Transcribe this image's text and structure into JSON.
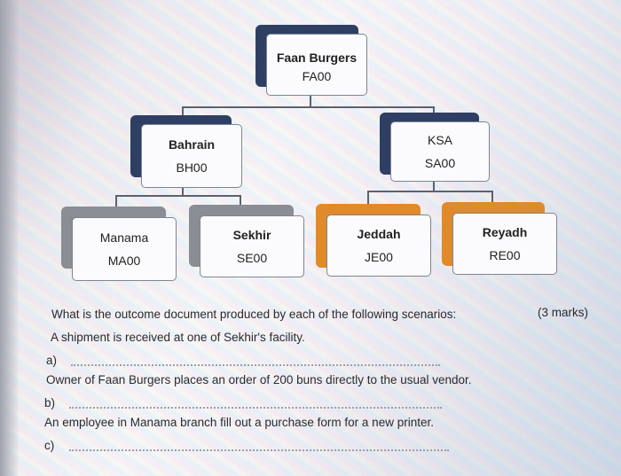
{
  "org_chart": {
    "root": {
      "name": "Faan Burgers",
      "code": "FA00"
    },
    "countries": [
      {
        "name": "Bahrain",
        "code": "BH00"
      },
      {
        "name": "KSA",
        "code": "SA00"
      }
    ],
    "branches": [
      {
        "name": "Manama",
        "code": "MA00"
      },
      {
        "name": "Sekhir",
        "code": "SE00"
      },
      {
        "name": "Jeddah",
        "code": "JE00"
      },
      {
        "name": "Reyadh",
        "code": "RE00"
      }
    ]
  },
  "question": {
    "prompt": "What is the outcome document produced by each of the following scenarios:",
    "marks": "(3 marks)",
    "scenarios": [
      {
        "text": "A shipment is received at one of Sekhir's facility.",
        "label": "a)"
      },
      {
        "text": "Owner of Faan Burgers places an order of 200 buns directly to the usual vendor.",
        "label": "b)"
      },
      {
        "text": "An employee in Manama branch fill out a purchase form for a new printer.",
        "label": "c)"
      }
    ]
  }
}
